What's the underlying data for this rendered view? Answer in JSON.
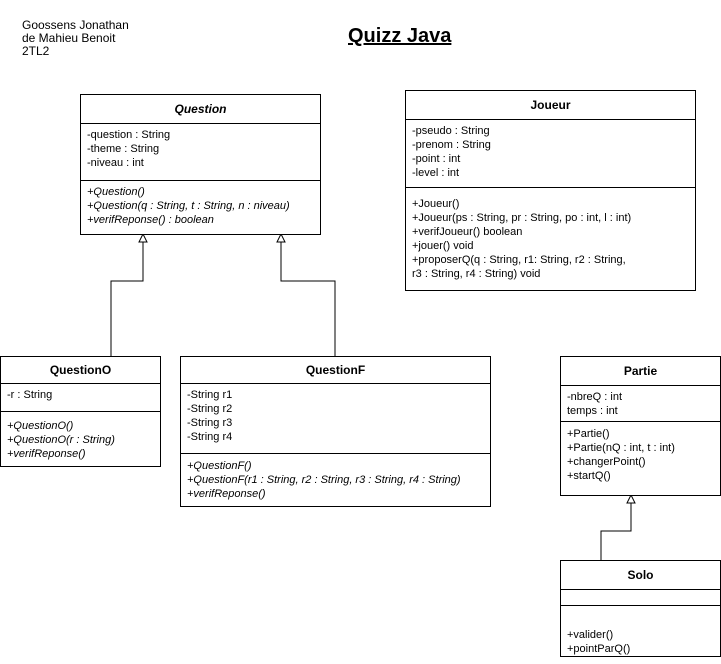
{
  "authors": [
    "Goossens Jonathan",
    "de Mahieu Benoit",
    "2TL2"
  ],
  "title": "Quizz Java",
  "classes": {
    "question": {
      "name": "Question",
      "attributes": [
        "-question : String",
        "-theme : String",
        "-niveau : int"
      ],
      "methods": [
        "+Question()",
        "+Question(q : String, t : String, n : niveau)",
        "+verifReponse() : boolean"
      ]
    },
    "joueur": {
      "name": "Joueur",
      "attributes": [
        "-pseudo : String",
        "-prenom : String",
        "-point : int",
        "-level : int"
      ],
      "methods": [
        "+Joueur()",
        "+Joueur(ps : String, pr : String, po : int, l : int)",
        "+verifJoueur() boolean",
        "+jouer() void",
        "+proposerQ(q : String, r1: String, r2 : String,",
        "r3 : String, r4 : String) void"
      ]
    },
    "questiono": {
      "name": "QuestionO",
      "attributes": [
        "-r : String"
      ],
      "methods": [
        "+QuestionO()",
        "+QuestionO(r : String)",
        "+verifReponse()"
      ]
    },
    "questionf": {
      "name": "QuestionF",
      "attributes": [
        "-String r1",
        "-String r2",
        "-String r3",
        "-String r4"
      ],
      "methods": [
        "+QuestionF()",
        "+QuestionF(r1 : String, r2 : String, r3 : String, r4 : String)",
        "+verifReponse()"
      ]
    },
    "partie": {
      "name": "Partie",
      "attributes": [
        "-nbreQ : int",
        "temps : int"
      ],
      "methods": [
        "+Partie()",
        "+Partie(nQ : int, t : int)",
        "+changerPoint()",
        "+startQ()"
      ]
    },
    "solo": {
      "name": "Solo",
      "attributes": [],
      "methods": [
        "+valider()",
        "+pointParQ()"
      ]
    }
  }
}
